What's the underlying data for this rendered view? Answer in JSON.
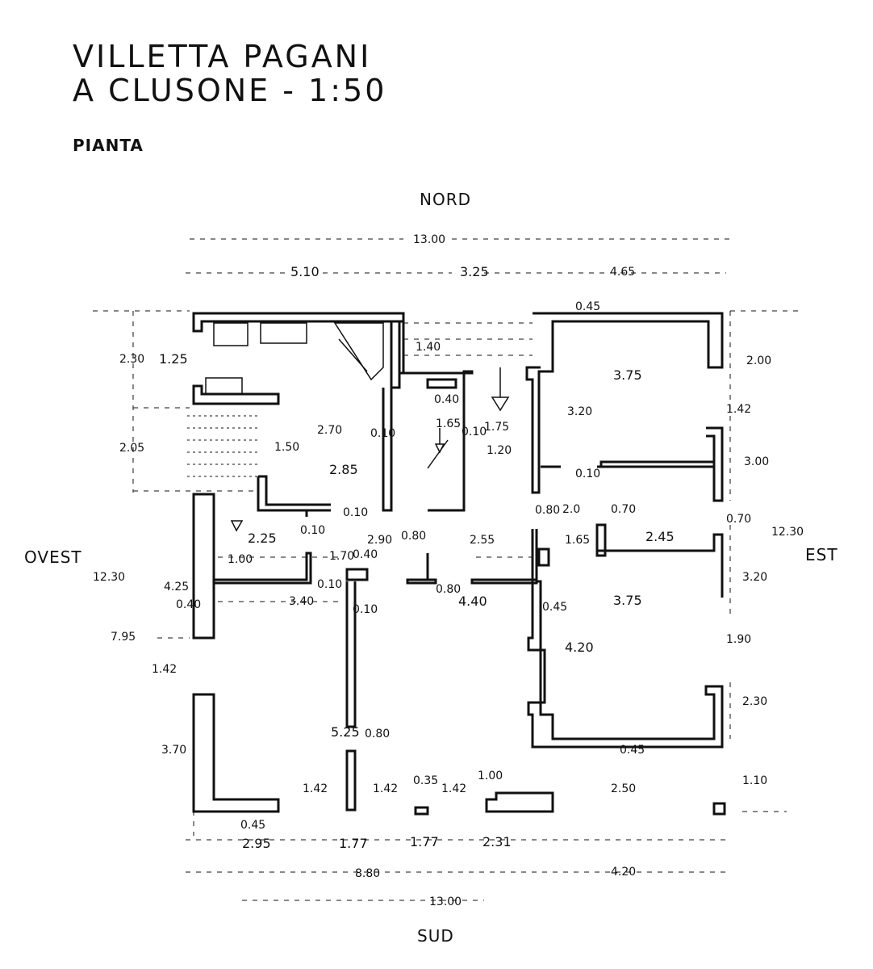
{
  "title": {
    "line1": "VILLETTA  PAGANI",
    "line2": "A  CLUSONE - 1:50",
    "subtitle": "PIANTA"
  },
  "orientation": {
    "north": "NORD",
    "south": "SUD",
    "east": "EST",
    "west": "OVEST"
  },
  "dimensions": {
    "top_total": "13.00",
    "top_a": "5.10",
    "top_b": "3.25",
    "top_c": "4.65",
    "w_230": "2.30",
    "w_125": "1.25",
    "w_205": "2.05",
    "r_200": "2.00",
    "r_142": "1.42",
    "r_300": "3.00",
    "r_070": "0.70",
    "k_270": "2.70",
    "k_150": "1.50",
    "k_285": "2.85",
    "k_010": "0.10",
    "s_140": "1.40",
    "s_040": "0.40",
    "s_165": "1.65",
    "s_010": "0.10",
    "s_175": "1.75",
    "s_120": "1.20",
    "s_045": "0.45",
    "b1_375": "3.75",
    "b1_320": "3.20",
    "b1_010": "0.10",
    "b1_070": "0.70",
    "c_080": "0.80",
    "c_20": "2.0",
    "h_010": "0.10",
    "h_225": "2.25",
    "h_290": "2.90",
    "h_080": "0.80",
    "h_255": "2.55",
    "h_100": "1.00",
    "h_170": "1.70",
    "h_040": "0.40",
    "h_010b": "0.10",
    "h_340": "3.40",
    "h_010c": "0.10",
    "h_080b": "0.80",
    "h_440": "4.40",
    "e_165": "1.65",
    "e_245": "2.45",
    "e_1230": "12.30",
    "e_320": "3.20",
    "b2_375": "3.75",
    "b2_045": "0.45",
    "b2_420": "4.20",
    "e_190": "1.90",
    "e_230": "2.30",
    "b2_045b": "0.45",
    "w_1230": "12.30",
    "w_425": "4.25",
    "w_040": "0.40",
    "w_795": "7.95",
    "w_142": "1.42",
    "w_370": "3.70",
    "l_525": "5.25",
    "l_080": "0.80",
    "b_142a": "1.42",
    "b_142b": "1.42",
    "b_035": "0.35",
    "b_142c": "1.42",
    "b_100": "1.00",
    "b_250": "2.50",
    "b_110": "1.10",
    "b_045": "0.45",
    "b_295": "2.95",
    "b_177a": "1.77",
    "b_177b": "1.77",
    "b_231": "2.31",
    "b_880": "8.80",
    "b_420": "4.20",
    "b_1300": "13.00"
  },
  "colors": {
    "ink": "#111111",
    "paper": "#ffffff"
  }
}
